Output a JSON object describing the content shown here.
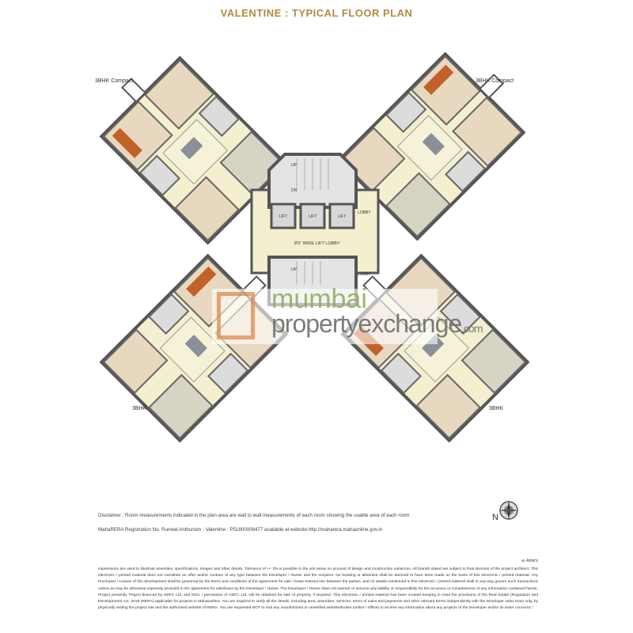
{
  "title": "VALENTINE : TYPICAL FLOOR PLAN",
  "units": {
    "nw": "3BHK Compact",
    "ne": "3BHK Compact",
    "sw": "3BHK",
    "se": "3BHK"
  },
  "core": {
    "up": "UP",
    "dn": "DN",
    "lifts": [
      "LIFT",
      "LIFT",
      "LIFT"
    ],
    "lift_lobby": "8'5\" WIDE LIFT LOBBY",
    "lobby_top": "LOBBY",
    "lobby_bottom": "LOBBY",
    "up_bottom": "UP"
  },
  "disclaimer": "Disclaimer : Room measurements indicated in the plan area are wall to wall measurements of each room showing the usable area of each room",
  "rera": "MahaRERA Registration No. Runwal Anthurium - Valentine : P51800008477 available at website:http://maharera.mahaonline.gov.in",
  "artist_note": "w. Artist's",
  "fine_print": "impressions are used to illustrate amenities, specifications, images and other details. Tolerance of +/- 3% is possible in the unit areas on account of design and construction variances. All brands stated are subject to final decision of the project architect. This electronic / printed material does not constitute an offer and/or contract of any type between the Developer / Owner and the recipient. No booking or allotment shall be deemed to have been made on the basis of this electronic / printed material. Any Purchaser / Lessee of this development shall be governed by the terms and conditions of the agreement for sale / lease entered into between the parties, and no details mentioned in this electronic / printed material shall in any way govern such transactions unless as may be otherwise expressly provided in the agreement for sale/lease by the Developer / Owner. The Developer / Owner does not warrant or assume any liability or responsibility for the accuracy or completeness of any information contained herein. Project presently Project financed by HDFC Ltd. and NOC / permission of HDFC Ltd. will be obtained for sale of property, if required. This electronic / printed material has been created keeping in mind the provisions of the Real Estate (Regulation and Development) Act, 2016 (RERA) applicable for projects in Maharashtra. You are required to verify all the details, including area, amenities, services, terms of sales and payments and other relevant terms independently with the Developer sales team only, by physically visiting the project site and the authorised website of RERA. You are requested NOT to visit any unauthorized or unverified website/broker (online / offline) to receive any information about any projects of the Developer and/or its sister concerns.\"",
  "north": "N",
  "watermark": {
    "line1": "mumbai",
    "line2": "propertyexchange",
    "suffix": ".com"
  },
  "colors": {
    "title": "#b28a3c",
    "wall": "#555555",
    "floor": "#f3efcf",
    "room": "#e8d8bf",
    "core": "#e4e4e4"
  }
}
